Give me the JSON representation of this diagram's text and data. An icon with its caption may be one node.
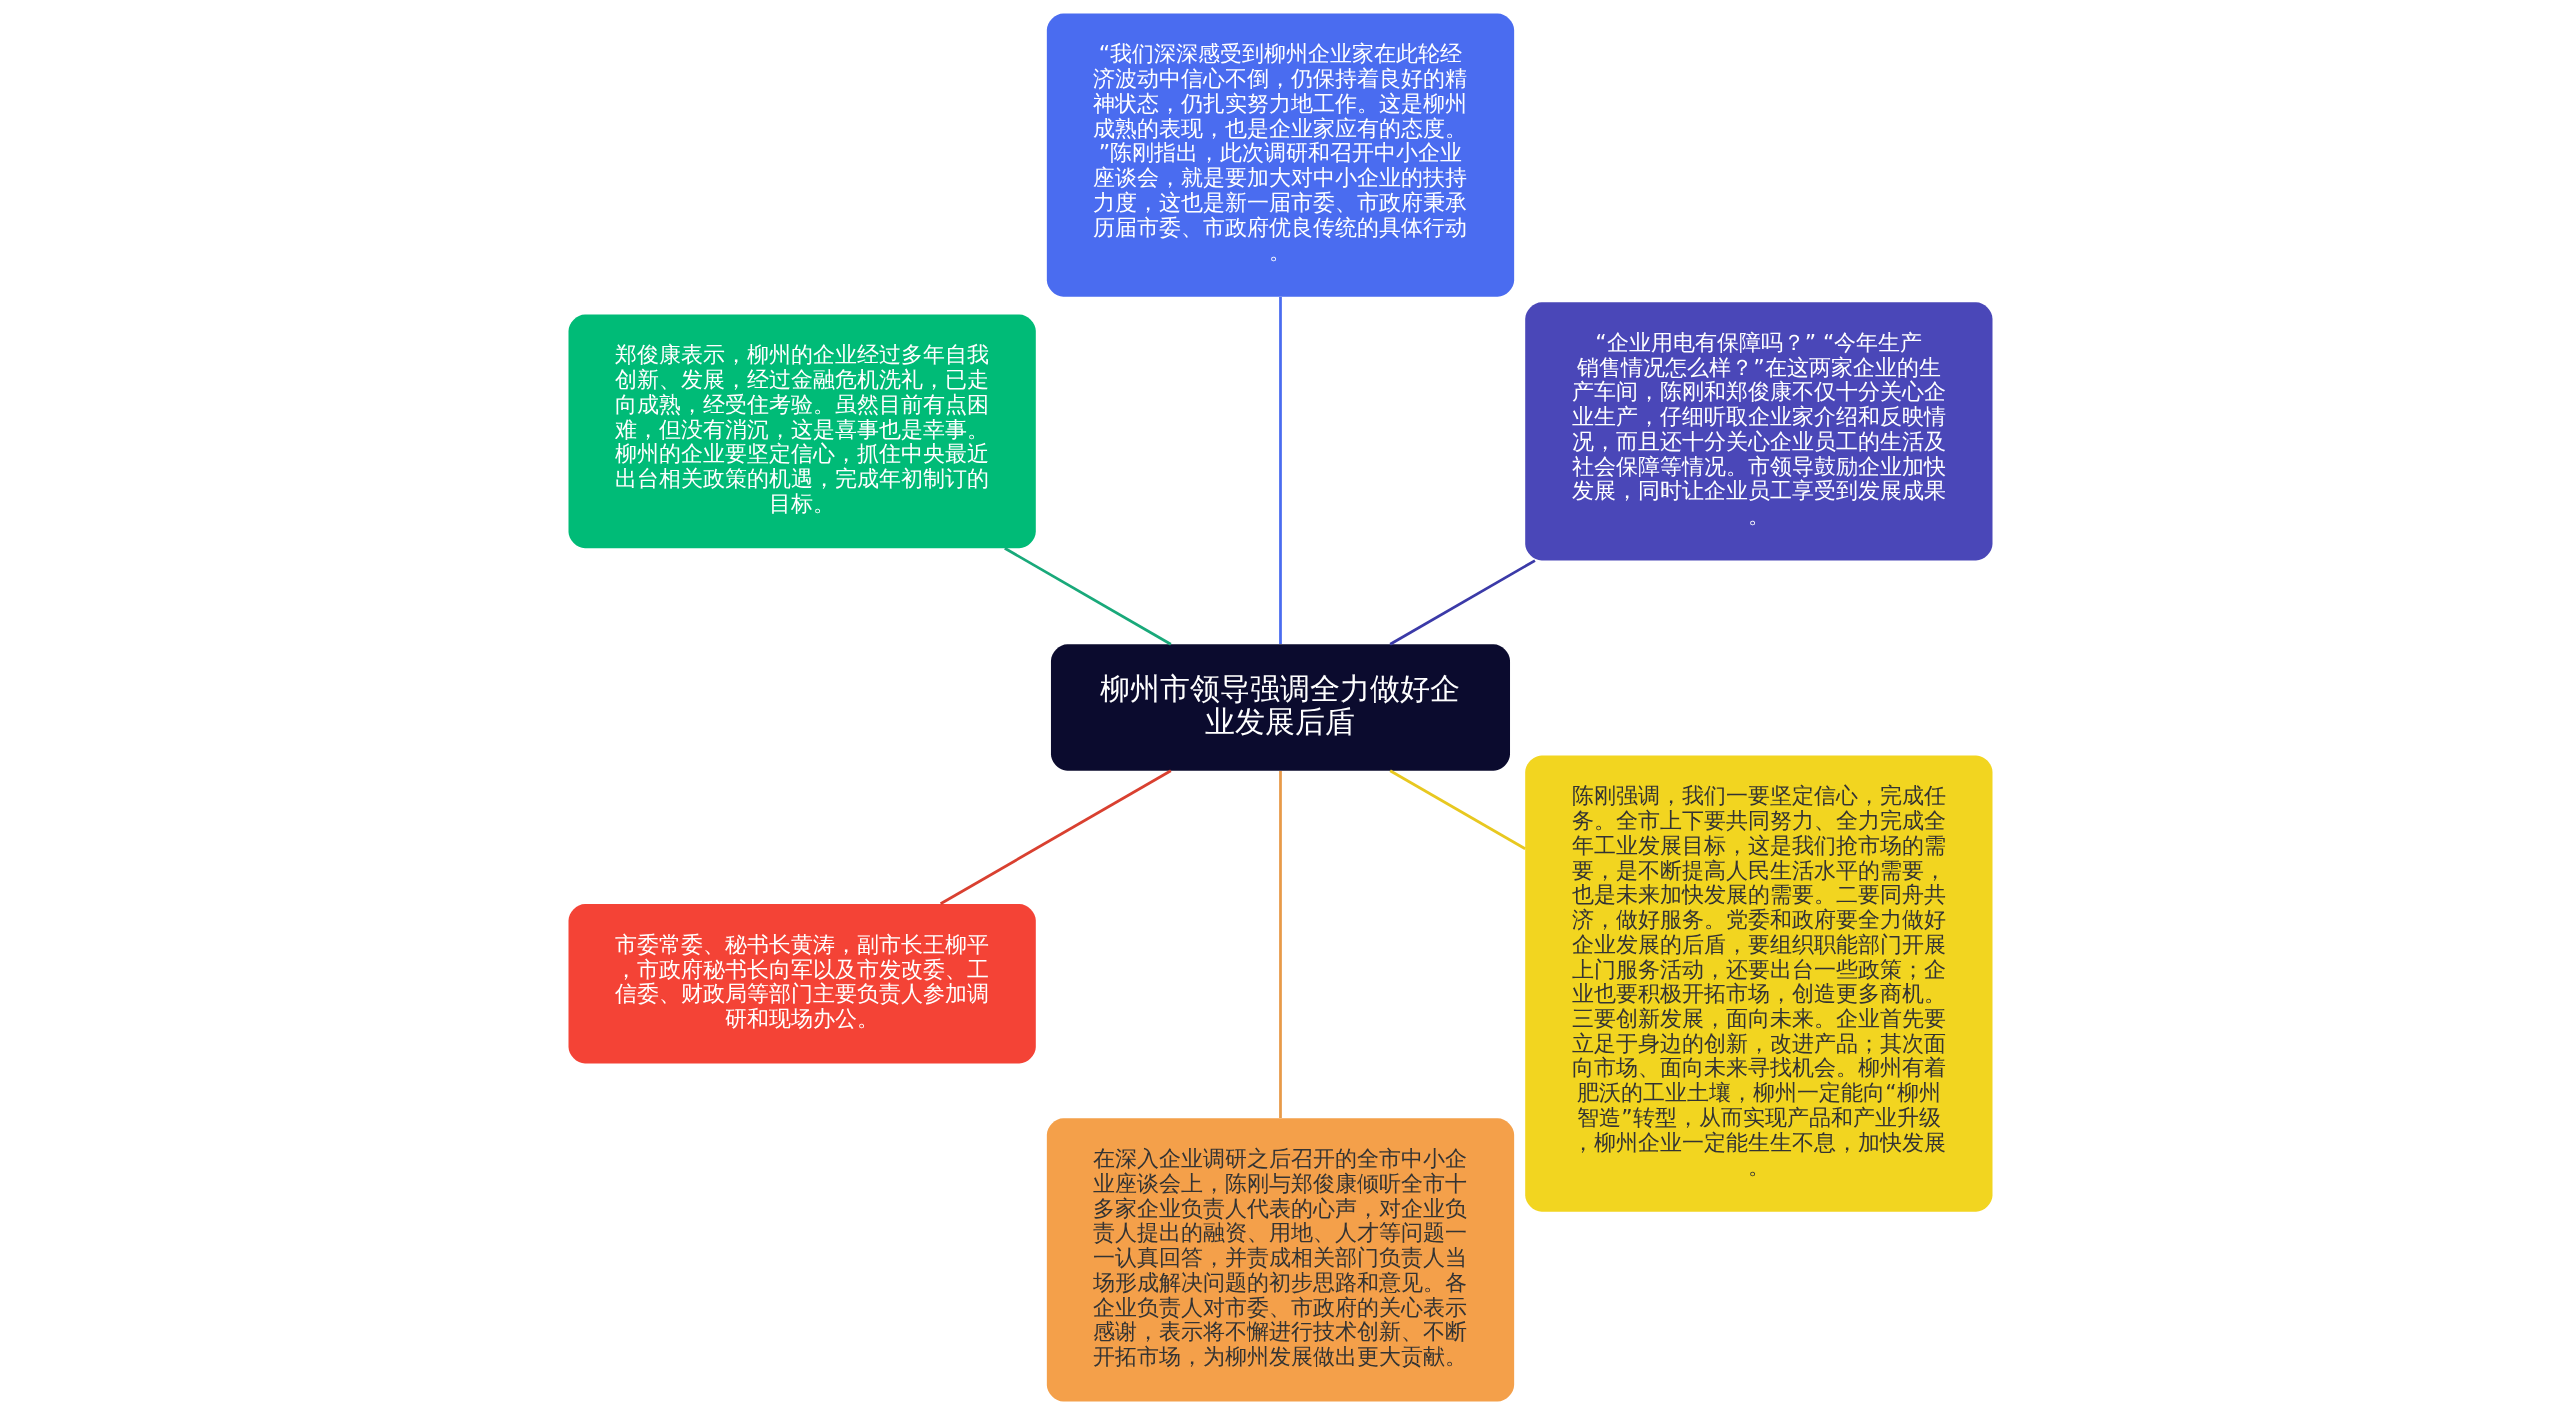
{
  "diagram": {
    "nodes": [
      {
        "text": [
          "柳州市领导强调全力做好企业发展后盾"
        ]
      },
      {
        "text": [
          "“企业用电有保障吗？” “今年生产销售情况怎么样？”在这两家企业的生产车间，陈刚和郑俊康不仅十分关心企业生产，仔细听取企业家介绍和反映情况，而且还十分关心企业员工的生活及社会保障等情况。市领导鼓励企业加快发展，同时让企业员工享受到发展成果。"
        ]
      },
      {
        "text": [
          "“我们深深感受到柳州企业家在此轮经济波动中信心不倒，仍保持着良好的精神状态，仍扎实努力地工作。这是柳州成熟的表现，也是企业家应有的态度。”陈刚指出，此次调研和召开中小企业座谈会，就是要加大对中小企业的扶持力度，这也是新一届市委、市政府秉承历届市委、市政府优良传统的具体行动。"
        ]
      },
      {
        "text": [
          "郑俊康表示，柳州的企业经过多年自我创新、发展，经过金融危机洗礼，已走向成熟，经受住考验。虽然目前有点困难，但没有消沉，这是喜事也是幸事。柳州的企业要坚定信心，抓住中央最近出台相关政策的机遇，完成年初制订的目标。"
        ]
      },
      {
        "text": [
          "市委常委、秘书长黄涛，副市长王柳平，市政府秘书长向军以及市发改委、工信委、财政局等部门主要负责人参加调研和现场办公。"
        ]
      },
      {
        "text": [
          "在深入企业调研之后召开的全市中小企业座谈会上，陈刚与郑俊康倾听全市十多家企业负责人代表的心声，对企业负责人提出的融资、用地、人才等问题一一认真回答，并责成相关部门负责人当场形成解决问题的初步思路和意见。各企业负责人对市委、市政府的关心表示感谢，表示将不懈进行技术创新、不断开拓市场，为柳州发展做出更大贡献。"
        ]
      },
      {
        "text": [
          "陈刚强调，我们一要坚定信心，完成任务。全市上下要共同努力、全力完成全年工业发展目标，这是我们抢市场的需要，是不断提高人民生活水平的需要，也是未来加快发展的需要。二要同舟共济，做好服务。党委和政府要全力做好企业发展的后盾，要组织职能部门开展上门服务活动，还要出台一些政策；企业也要积极开拓市场，创造更多商机。三要创新发展，面向未来。企业首先要立足于身边的创新，改进产品；其次面向市场、面向未来寻找机会。柳州有着肥沃的工业土壤，柳州一定能向“柳州智造”转型，从而实现产品和产业升级，柳州企业一定能生生不息，加快发展。"
        ]
      }
    ],
    "edges": [
      {
        "from": 0,
        "to": 1,
        "arrow": "none",
        "color": "#3b3aa8"
      },
      {
        "from": 0,
        "to": 2,
        "arrow": "none",
        "color": "#4a6cf0"
      },
      {
        "from": 0,
        "to": 3,
        "arrow": "none",
        "color": "#19a97a"
      },
      {
        "from": 0,
        "to": 4,
        "arrow": "none",
        "color": "#d94030"
      },
      {
        "from": 0,
        "to": 5,
        "arrow": "none",
        "color": "#e89a48"
      },
      {
        "from": 0,
        "to": 6,
        "arrow": "none",
        "color": "#e8c820"
      }
    ]
  }
}
